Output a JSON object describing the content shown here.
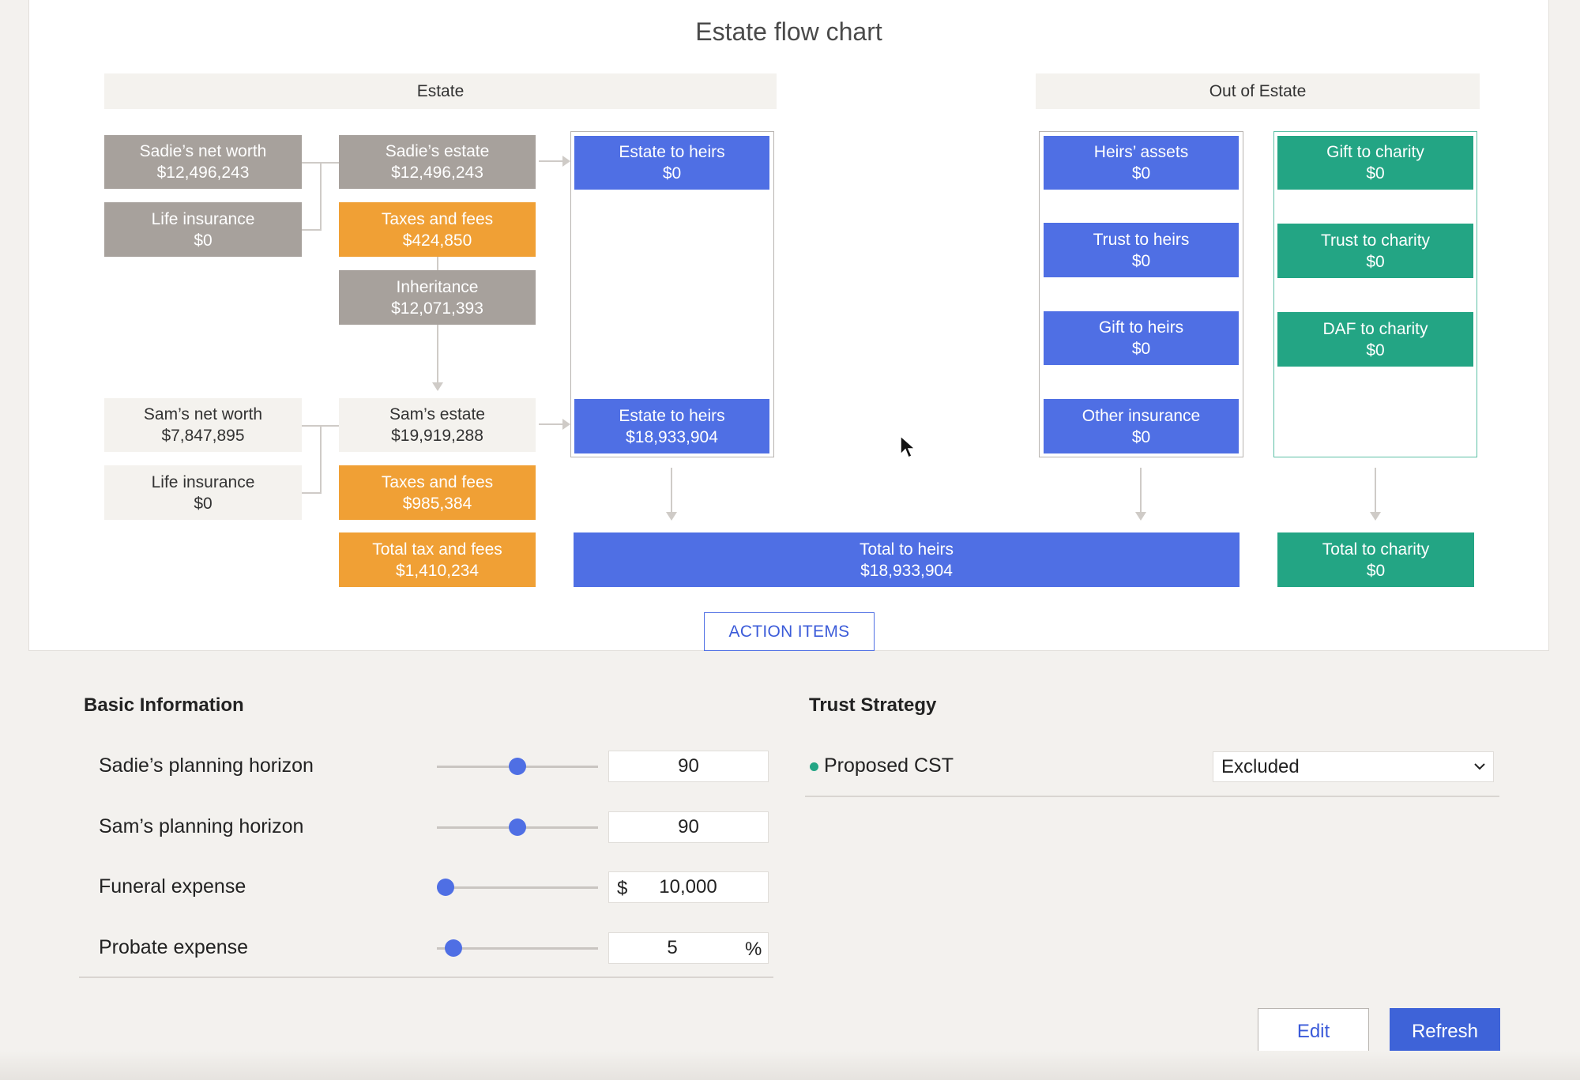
{
  "chart": {
    "title": "Estate flow chart",
    "regions": {
      "estate": "Estate",
      "out_of_estate": "Out of Estate"
    },
    "sadie": {
      "net_worth": {
        "label": "Sadie’s net worth",
        "value": "$12,496,243"
      },
      "life_insurance": {
        "label": "Life insurance",
        "value": "$0"
      },
      "estate": {
        "label": "Sadie’s estate",
        "value": "$12,496,243"
      },
      "taxes": {
        "label": "Taxes and fees",
        "value": "$424,850"
      },
      "inheritance": {
        "label": "Inheritance",
        "value": "$12,071,393"
      },
      "estate_to_heirs": {
        "label": "Estate to heirs",
        "value": "$0"
      }
    },
    "sam": {
      "net_worth": {
        "label": "Sam’s net worth",
        "value": "$7,847,895"
      },
      "life_insurance": {
        "label": "Life insurance",
        "value": "$0"
      },
      "estate": {
        "label": "Sam’s estate",
        "value": "$19,919,288"
      },
      "taxes": {
        "label": "Taxes and fees",
        "value": "$985,384"
      },
      "estate_to_heirs": {
        "label": "Estate to heirs",
        "value": "$18,933,904"
      }
    },
    "total_tax": {
      "label": "Total tax and fees",
      "value": "$1,410,234"
    },
    "heirs_group": [
      {
        "label": "Heirs’ assets",
        "value": "$0"
      },
      {
        "label": "Trust to heirs",
        "value": "$0"
      },
      {
        "label": "Gift to heirs",
        "value": "$0"
      },
      {
        "label": "Other insurance",
        "value": "$0"
      }
    ],
    "charity_group": [
      {
        "label": "Gift to charity",
        "value": "$0"
      },
      {
        "label": "Trust to charity",
        "value": "$0"
      },
      {
        "label": "DAF to charity",
        "value": "$0"
      }
    ],
    "total_heirs": {
      "label": "Total to heirs",
      "value": "$18,933,904"
    },
    "total_charity": {
      "label": "Total to charity",
      "value": "$0"
    },
    "action_items": "ACTION ITEMS",
    "colors": {
      "grey": "#a7a19c",
      "orange": "#f0a035",
      "blue": "#4f6fe4",
      "green": "#23a584"
    }
  },
  "basic_info": {
    "title": "Basic Information",
    "rows": [
      {
        "label": "Sadie’s planning horizon",
        "value": "90",
        "prefix": "",
        "suffix": "",
        "slider_fraction": 0.5
      },
      {
        "label": "Sam’s planning horizon",
        "value": "90",
        "prefix": "",
        "suffix": "",
        "slider_fraction": 0.5
      },
      {
        "label": "Funeral expense",
        "value": "10,000",
        "prefix": "$",
        "suffix": "",
        "slider_fraction": 0.05
      },
      {
        "label": "Probate expense",
        "value": "5",
        "prefix": "",
        "suffix": "%",
        "slider_fraction": 0.1
      }
    ]
  },
  "trust_strategy": {
    "title": "Trust Strategy",
    "item": {
      "label": "Proposed CST",
      "selected": "Excluded"
    }
  },
  "buttons": {
    "edit": "Edit",
    "refresh": "Refresh"
  }
}
